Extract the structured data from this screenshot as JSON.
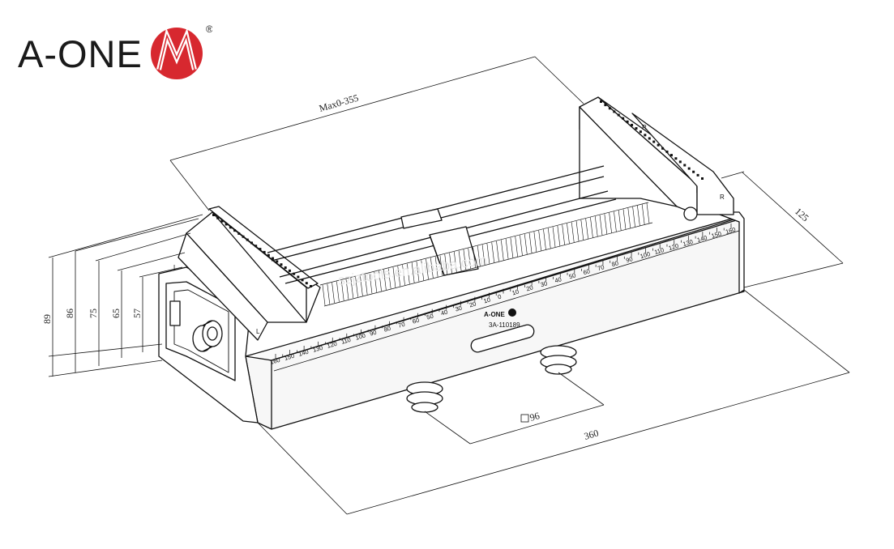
{
  "brand": {
    "name": "A-ONE",
    "registered": "®",
    "logo_color": "#d7282f",
    "logo": "A-ONE M-mark logo (red circle)"
  },
  "dimensions": {
    "max_opening": "Max0-355",
    "depth": "125",
    "length": "360",
    "pitch": "96",
    "heights": [
      "89",
      "86",
      "75",
      "65",
      "57"
    ]
  },
  "scales": {
    "front": [
      "160",
      "150",
      "140",
      "130",
      "120",
      "110",
      "100",
      "90",
      "80",
      "70",
      "60",
      "50",
      "40",
      "30",
      "20",
      "10",
      "0",
      "10",
      "20",
      "30",
      "40",
      "50",
      "60",
      "70",
      "80",
      "90",
      "100",
      "110",
      "120",
      "130",
      "140",
      "150",
      "160"
    ]
  },
  "jaw_markings": {
    "left": "L",
    "right": "R"
  },
  "nameplate": {
    "brand": "A-ONE",
    "model": "3A-110189"
  },
  "watermark": "szjztools.en.alibaba.com"
}
